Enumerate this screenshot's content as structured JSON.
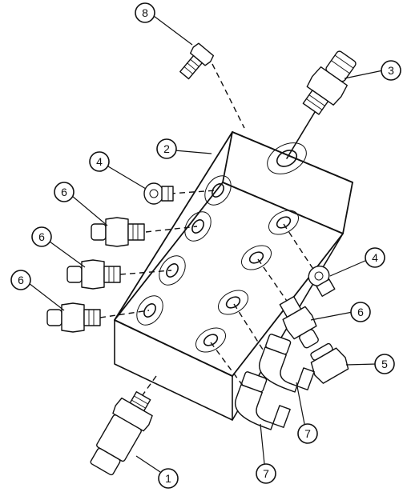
{
  "callouts": [
    {
      "id": "c1",
      "label": "1"
    },
    {
      "id": "c2",
      "label": "2"
    },
    {
      "id": "c3",
      "label": "3"
    },
    {
      "id": "c4a",
      "label": "4"
    },
    {
      "id": "c4b",
      "label": "4"
    },
    {
      "id": "c5",
      "label": "5"
    },
    {
      "id": "c6a",
      "label": "6"
    },
    {
      "id": "c6b",
      "label": "6"
    },
    {
      "id": "c6c",
      "label": "6"
    },
    {
      "id": "c6d",
      "label": "6"
    },
    {
      "id": "c7a",
      "label": "7"
    },
    {
      "id": "c7b",
      "label": "7"
    },
    {
      "id": "c8",
      "label": "8"
    }
  ]
}
